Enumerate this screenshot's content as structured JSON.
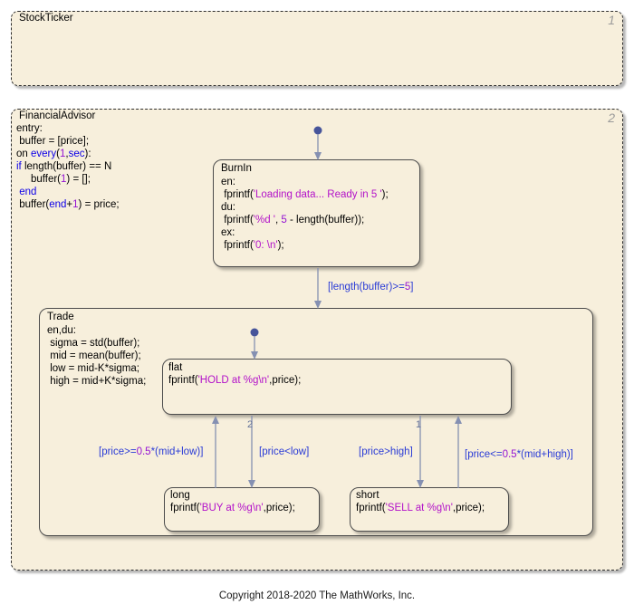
{
  "canvas": {
    "copyright": "Copyright 2018-2020 The MathWorks, Inc."
  },
  "stock_ticker": {
    "title": "StockTicker",
    "badge": "1"
  },
  "financial_advisor": {
    "title": "FinancialAdvisor",
    "badge": "2",
    "code": [
      [
        [
          "p",
          "entry:"
        ]
      ],
      [
        [
          "p",
          " buffer = [price];"
        ]
      ],
      [
        [
          "p",
          "on "
        ],
        [
          "k",
          "every"
        ],
        [
          "p",
          "("
        ],
        [
          "n",
          "1"
        ],
        [
          "p",
          ","
        ],
        [
          "k",
          "sec"
        ],
        [
          "p",
          "):"
        ]
      ],
      [
        [
          "k",
          "if"
        ],
        [
          "p",
          " length(buffer) == N"
        ]
      ],
      [
        [
          "p",
          "     buffer("
        ],
        [
          "n",
          "1"
        ],
        [
          "p",
          ") = [];"
        ]
      ],
      [
        [
          "p",
          " "
        ],
        [
          "k",
          "end"
        ]
      ],
      [
        [
          "p",
          " buffer("
        ],
        [
          "k",
          "end"
        ],
        [
          "p",
          "+"
        ],
        [
          "n",
          "1"
        ],
        [
          "p",
          ") = price;"
        ]
      ]
    ]
  },
  "burnin": {
    "title": "BurnIn",
    "code": [
      [
        [
          "p",
          "en:"
        ]
      ],
      [
        [
          "p",
          " fprintf("
        ],
        [
          "s",
          "'Loading data... Ready in 5 '"
        ],
        [
          "p",
          ");"
        ]
      ],
      [
        [
          "p",
          "du:"
        ]
      ],
      [
        [
          "p",
          " fprintf("
        ],
        [
          "s",
          "'%d '"
        ],
        [
          "p",
          ", "
        ],
        [
          "n",
          "5"
        ],
        [
          "p",
          " - length(buffer));"
        ]
      ],
      [
        [
          "p",
          "ex:"
        ]
      ],
      [
        [
          "p",
          " fprintf("
        ],
        [
          "s",
          "'0: \\n'"
        ],
        [
          "p",
          ");"
        ]
      ]
    ]
  },
  "trade": {
    "title": "Trade",
    "code": [
      [
        [
          "p",
          "en,du:"
        ]
      ],
      [
        [
          "p",
          " sigma = std(buffer);"
        ]
      ],
      [
        [
          "p",
          " mid = mean(buffer);"
        ]
      ],
      [
        [
          "p",
          " low = mid-K*sigma;"
        ]
      ],
      [
        [
          "p",
          " high = mid+K*sigma;"
        ]
      ]
    ]
  },
  "flat": {
    "title": "flat",
    "code": [
      [
        [
          "p",
          "fprintf("
        ],
        [
          "s",
          "'HOLD at %g\\n'"
        ],
        [
          "p",
          ",price);"
        ]
      ]
    ]
  },
  "long": {
    "title": "long",
    "code": [
      [
        [
          "p",
          "fprintf("
        ],
        [
          "s",
          "'BUY at %g\\n'"
        ],
        [
          "p",
          ",price);"
        ]
      ]
    ]
  },
  "short": {
    "title": "short",
    "code": [
      [
        [
          "p",
          "fprintf("
        ],
        [
          "s",
          "'SELL at %g\\n'"
        ],
        [
          "p",
          ",price);"
        ]
      ]
    ]
  },
  "transitions": {
    "burnin_to_trade": [
      [
        [
          "b",
          "[length(buffer)>="
        ],
        [
          "n",
          "5"
        ],
        [
          "b",
          "]"
        ]
      ]
    ],
    "long_to_flat": [
      [
        [
          "b",
          "[price>="
        ],
        [
          "n",
          "0.5"
        ],
        [
          "b",
          "*(mid+low)]"
        ]
      ]
    ],
    "flat_to_long": [
      [
        [
          "b",
          "[price<low]"
        ]
      ]
    ],
    "flat_to_short": [
      [
        [
          "b",
          "[price>high]"
        ]
      ]
    ],
    "short_to_flat": [
      [
        [
          "b",
          "[price<="
        ],
        [
          "n",
          "0.5"
        ],
        [
          "b",
          "*(mid+high)]"
        ]
      ]
    ],
    "order_flat_to_long": "2",
    "order_flat_to_short": "1"
  }
}
